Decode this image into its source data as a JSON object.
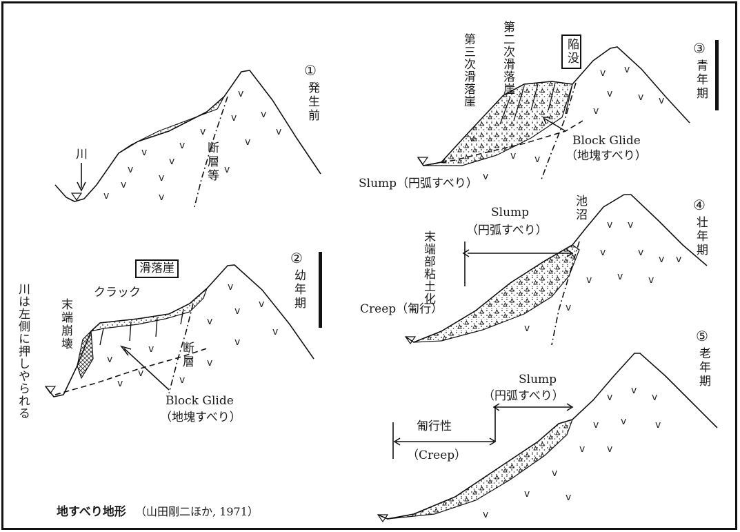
{
  "caption": {
    "title": "地すべり地形",
    "source": "（山田剛二ほか, 1971）"
  },
  "stages": [
    {
      "num": "①",
      "name": "発生前"
    },
    {
      "num": "②",
      "name": "幼年期"
    },
    {
      "num": "③",
      "name": "青年期"
    },
    {
      "num": "④",
      "name": "壮年期"
    },
    {
      "num": "⑤",
      "name": "老年期"
    }
  ],
  "p1": {
    "river": "川",
    "fault": "断層等"
  },
  "p2": {
    "scarp": "滑落崖",
    "crack": "クラック",
    "toe_collapse": "末端崩壊",
    "river_pushed": "川は左側に押しやられる",
    "fault": "断層",
    "block_glide": "Block Glide",
    "block_glide_jp": "（地塊すべり）"
  },
  "p3": {
    "depression": "陥没",
    "second_scarp": "第二次滑落崖",
    "third_scarp": "第三次滑落崖",
    "block_glide": "Block Glide",
    "block_glide_jp": "（地塊すべり）",
    "slump": "Slump（円弧すべり）"
  },
  "p4": {
    "slump": "Slump",
    "slump_jp": "（円弧すべり）",
    "pond": "池沼",
    "toe_clay": "末端部粘土化",
    "creep": "Creep（匍行）"
  },
  "p5": {
    "slump": "Slump",
    "slump_jp": "（円弧すべり）",
    "creep_jp": "匍行性",
    "creep": "（Creep）"
  }
}
